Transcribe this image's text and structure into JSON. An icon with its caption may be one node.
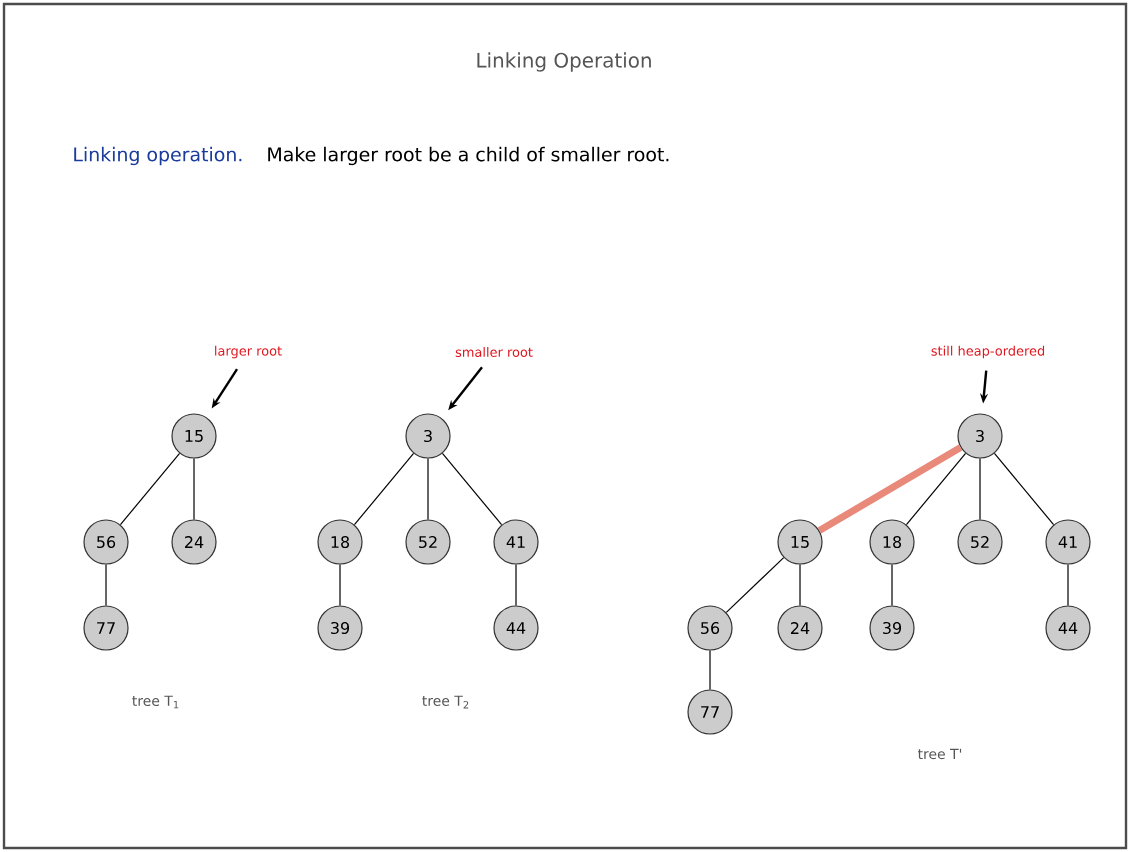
{
  "diagram": {
    "title": "Linking Operation",
    "nodes": [
      {
        "text": [
          "larger root"
        ]
      },
      {
        "text": [
          "15"
        ]
      },
      {
        "text": [
          "56"
        ]
      },
      {
        "text": [
          "24"
        ]
      },
      {
        "text": [
          "77"
        ]
      },
      {
        "text": [
          "smaller root"
        ]
      },
      {
        "text": [
          "3"
        ]
      },
      {
        "text": [
          "18"
        ]
      },
      {
        "text": [
          "52"
        ]
      },
      {
        "text": [
          "41"
        ]
      },
      {
        "text": [
          "39"
        ]
      },
      {
        "text": [
          "44"
        ]
      },
      {
        "text": [
          "still heap-ordered"
        ]
      },
      {
        "text": [
          "3"
        ]
      },
      {
        "text": [
          "15"
        ]
      },
      {
        "text": [
          "18"
        ]
      },
      {
        "text": [
          "52"
        ]
      },
      {
        "text": [
          "41"
        ]
      },
      {
        "text": [
          "56"
        ]
      },
      {
        "text": [
          "24"
        ]
      },
      {
        "text": [
          "39"
        ]
      },
      {
        "text": [
          "44"
        ]
      },
      {
        "text": [
          "77"
        ]
      }
    ],
    "edges": [
      {
        "from": 0,
        "to": 1,
        "arrow": "to"
      },
      {
        "from": 1,
        "to": 2,
        "arrow": "none"
      },
      {
        "from": 1,
        "to": 3,
        "arrow": "none"
      },
      {
        "from": 2,
        "to": 4,
        "arrow": "none"
      },
      {
        "from": 5,
        "to": 6,
        "arrow": "to"
      },
      {
        "from": 6,
        "to": 7,
        "arrow": "none"
      },
      {
        "from": 6,
        "to": 8,
        "arrow": "none"
      },
      {
        "from": 6,
        "to": 9,
        "arrow": "none"
      },
      {
        "from": 7,
        "to": 10,
        "arrow": "none"
      },
      {
        "from": 9,
        "to": 11,
        "arrow": "none"
      },
      {
        "from": 12,
        "to": 13,
        "arrow": "to"
      },
      {
        "from": 13,
        "to": 14,
        "arrow": "none",
        "style": "thick",
        "color": "#e8897a"
      },
      {
        "from": 13,
        "to": 15,
        "arrow": "none"
      },
      {
        "from": 13,
        "to": 16,
        "arrow": "none"
      },
      {
        "from": 13,
        "to": 17,
        "arrow": "none"
      },
      {
        "from": 14,
        "to": 18,
        "arrow": "none"
      },
      {
        "from": 14,
        "to": 19,
        "arrow": "none"
      },
      {
        "from": 15,
        "to": 20,
        "arrow": "none"
      },
      {
        "from": 17,
        "to": 21,
        "arrow": "none"
      },
      {
        "from": 18,
        "to": 22,
        "arrow": "none"
      }
    ],
    "labels": [
      "Linking operation.",
      "Make larger root be a child of smaller root.",
      "tree T$_{1}$",
      "tree T$_{2}$",
      "tree T'"
    ]
  }
}
